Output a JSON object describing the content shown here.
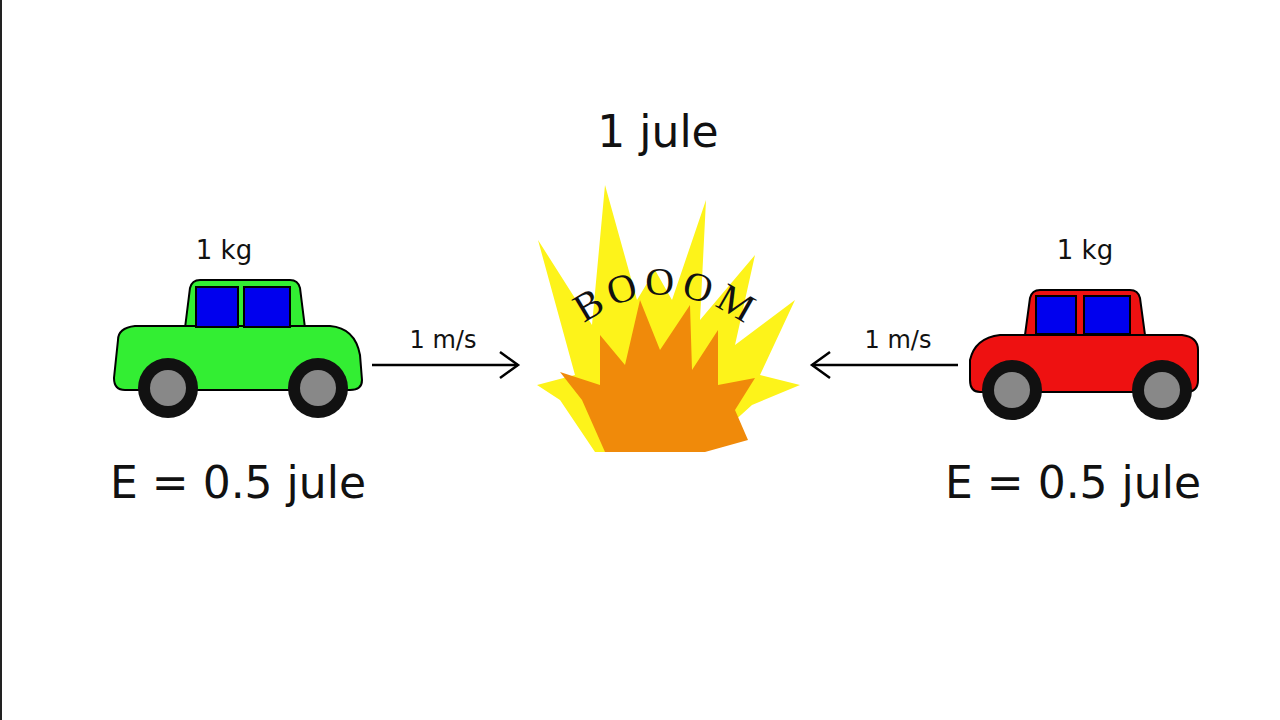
{
  "diagram": {
    "labels": [
      "1 jule",
      "1 kg",
      "1 kg",
      "1 m/s",
      "BOOOM",
      "1 m/s",
      "E = 0.5 jule",
      "E = 0.5 jule"
    ]
  }
}
